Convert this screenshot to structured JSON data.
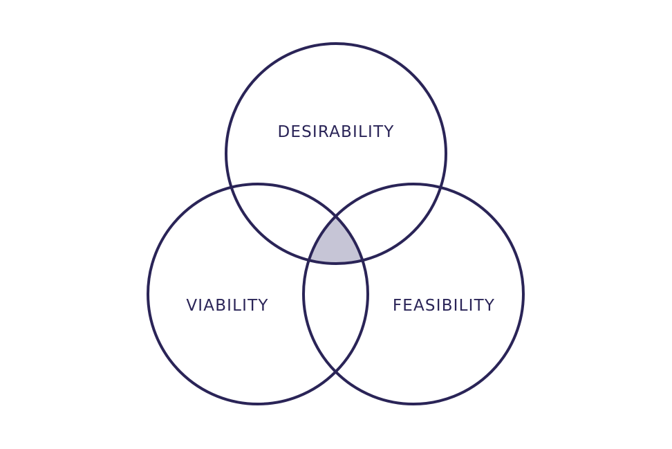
{
  "diagram": {
    "type": "venn",
    "colors": {
      "outline": "#2a2457",
      "intersection_fill": "#c6c5d6",
      "background": "#ffffff"
    },
    "sets": [
      {
        "id": "desirability",
        "label": "DESIRABILITY"
      },
      {
        "id": "viability",
        "label": "VIABILITY"
      },
      {
        "id": "feasibility",
        "label": "FEASIBILITY"
      }
    ],
    "highlighted_region": "desirability ∩ viability ∩ feasibility"
  }
}
